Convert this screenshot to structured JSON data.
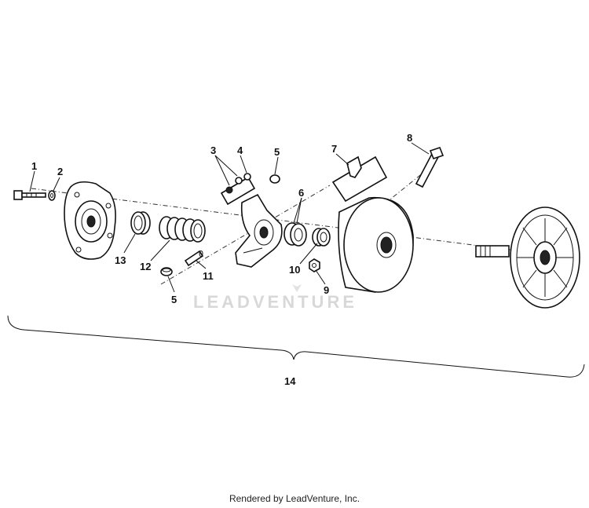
{
  "callouts": {
    "c1": "1",
    "c2": "2",
    "c3": "3",
    "c4": "4",
    "c5a": "5",
    "c5b": "5",
    "c6": "6",
    "c7": "7",
    "c8": "8",
    "c9": "9",
    "c10": "10",
    "c11": "11",
    "c12": "12",
    "c13": "13",
    "c14": "14"
  },
  "watermark": "LEADVENTURE",
  "footer": "Rendered by LeadVenture, Inc."
}
